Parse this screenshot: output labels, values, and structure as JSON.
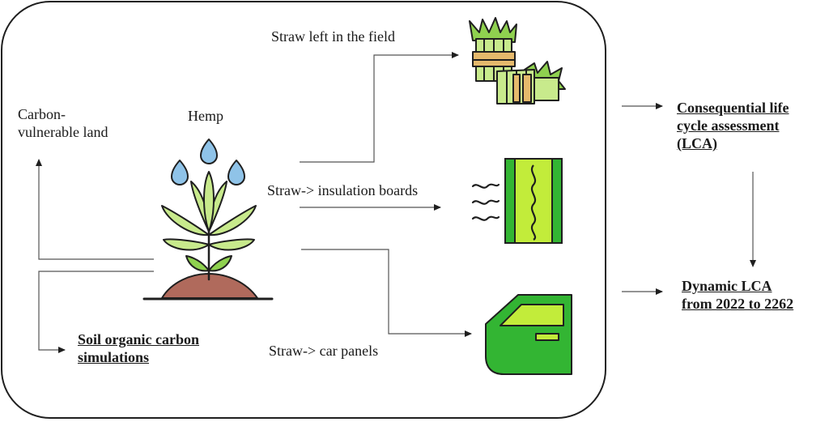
{
  "labels": {
    "straw_field": "Straw left in the field",
    "carbon_line1": "Carbon-",
    "carbon_line2": "vulnerable land",
    "hemp": "Hemp",
    "straw_insulation": "Straw-> insulation boards",
    "straw_car": "Straw-> car panels",
    "soil_line1": "Soil organic carbon",
    "soil_line2": "simulations",
    "consequential_line1": "Consequential life",
    "consequential_line2": "cycle assessment",
    "consequential_line3": "(LCA)",
    "dynamic_line1": "Dynamic LCA",
    "dynamic_line2": "from 2022 to 2262"
  },
  "icons": {
    "plant": "hemp-plant-icon",
    "bundles": "straw-bundles-icon",
    "board": "insulation-board-icon",
    "door": "car-door-panel-icon"
  },
  "colors": {
    "leaf_light": "#c8ea8c",
    "leaf_green": "#8fd14f",
    "panel_green": "#33b533",
    "door_light": "#c2ec3a",
    "droplet": "#8fc3e8",
    "soil": "#b06a5c",
    "straw_bind": "#e5b96c",
    "outline": "#1f1f1f"
  }
}
